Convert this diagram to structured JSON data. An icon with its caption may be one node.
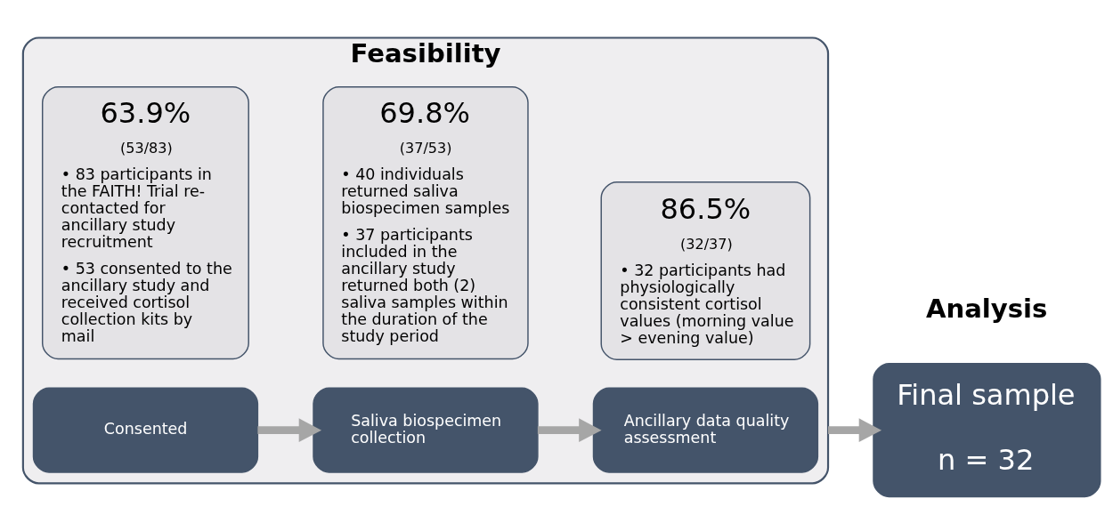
{
  "diagram": {
    "nodes": [
      {
        "text": [
          "Feasibility"
        ]
      },
      {
        "text": [
          "Consented"
        ],
        "in": 0
      },
      {
        "text": [
          "63.9%",
          "(53/83)",
          "• 83 participants in the FAITH! Trial re-contacted for ancillary study recruitment",
          "• 53 consented to the ancillary study and received cortisol collection kits by mail"
        ],
        "in": 0
      },
      {
        "text": [
          "Saliva biospecimen collection"
        ],
        "in": 0
      },
      {
        "text": [
          "69.8%",
          "(37/53)",
          "• 40 individuals returned saliva biospecimen samples",
          "• 37 participants included in the ancillary study returned both (2) saliva samples within the duration of the study period"
        ],
        "in": 0
      },
      {
        "text": [
          "Ancillary data quality assessment"
        ],
        "in": 0
      },
      {
        "text": [
          "86.5%",
          "(32/37)",
          "• 32 participants had physiologically consistent cortisol values (morning value > evening value)"
        ],
        "in": 0
      },
      {
        "text": [
          "Final sample",
          "n = 32"
        ]
      }
    ],
    "edges": [
      {
        "from": 1,
        "to": 3,
        "arrow": "to"
      },
      {
        "from": 3,
        "to": 5,
        "arrow": "to"
      },
      {
        "from": 0,
        "to": 7,
        "arrow": "to"
      }
    ],
    "labels": [
      "Analysis"
    ]
  }
}
